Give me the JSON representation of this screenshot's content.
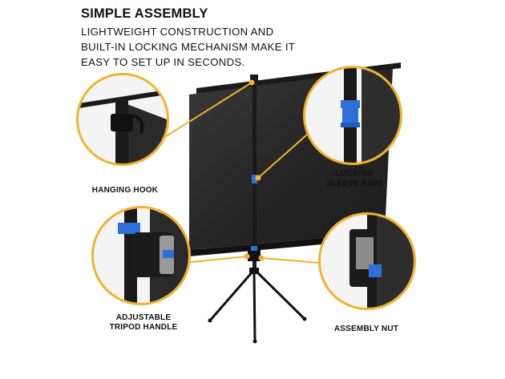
{
  "headline": "SIMPLE ASSEMBLY",
  "subline": [
    "LIGHTWEIGHT CONSTRUCTION AND",
    "BUILT-IN LOCKING MECHANISM MAKE IT",
    "EASY TO SET UP IN SECONDS."
  ],
  "callouts": {
    "hanging_hook": "HANGING HOOK",
    "locking_sleeve_ring": [
      "LOCKING",
      "SLEEVE RING"
    ],
    "adjustable_tripod_handle": [
      "ADJUSTABLE",
      "TRIPOD HANDLE"
    ],
    "assembly_nut": "ASSEMBLY NUT"
  },
  "colors": {
    "accent": "#f2b12a",
    "screen": "#2a2a2a",
    "frame": "#1a1a1a",
    "blue_part": "#2e6fd8"
  }
}
